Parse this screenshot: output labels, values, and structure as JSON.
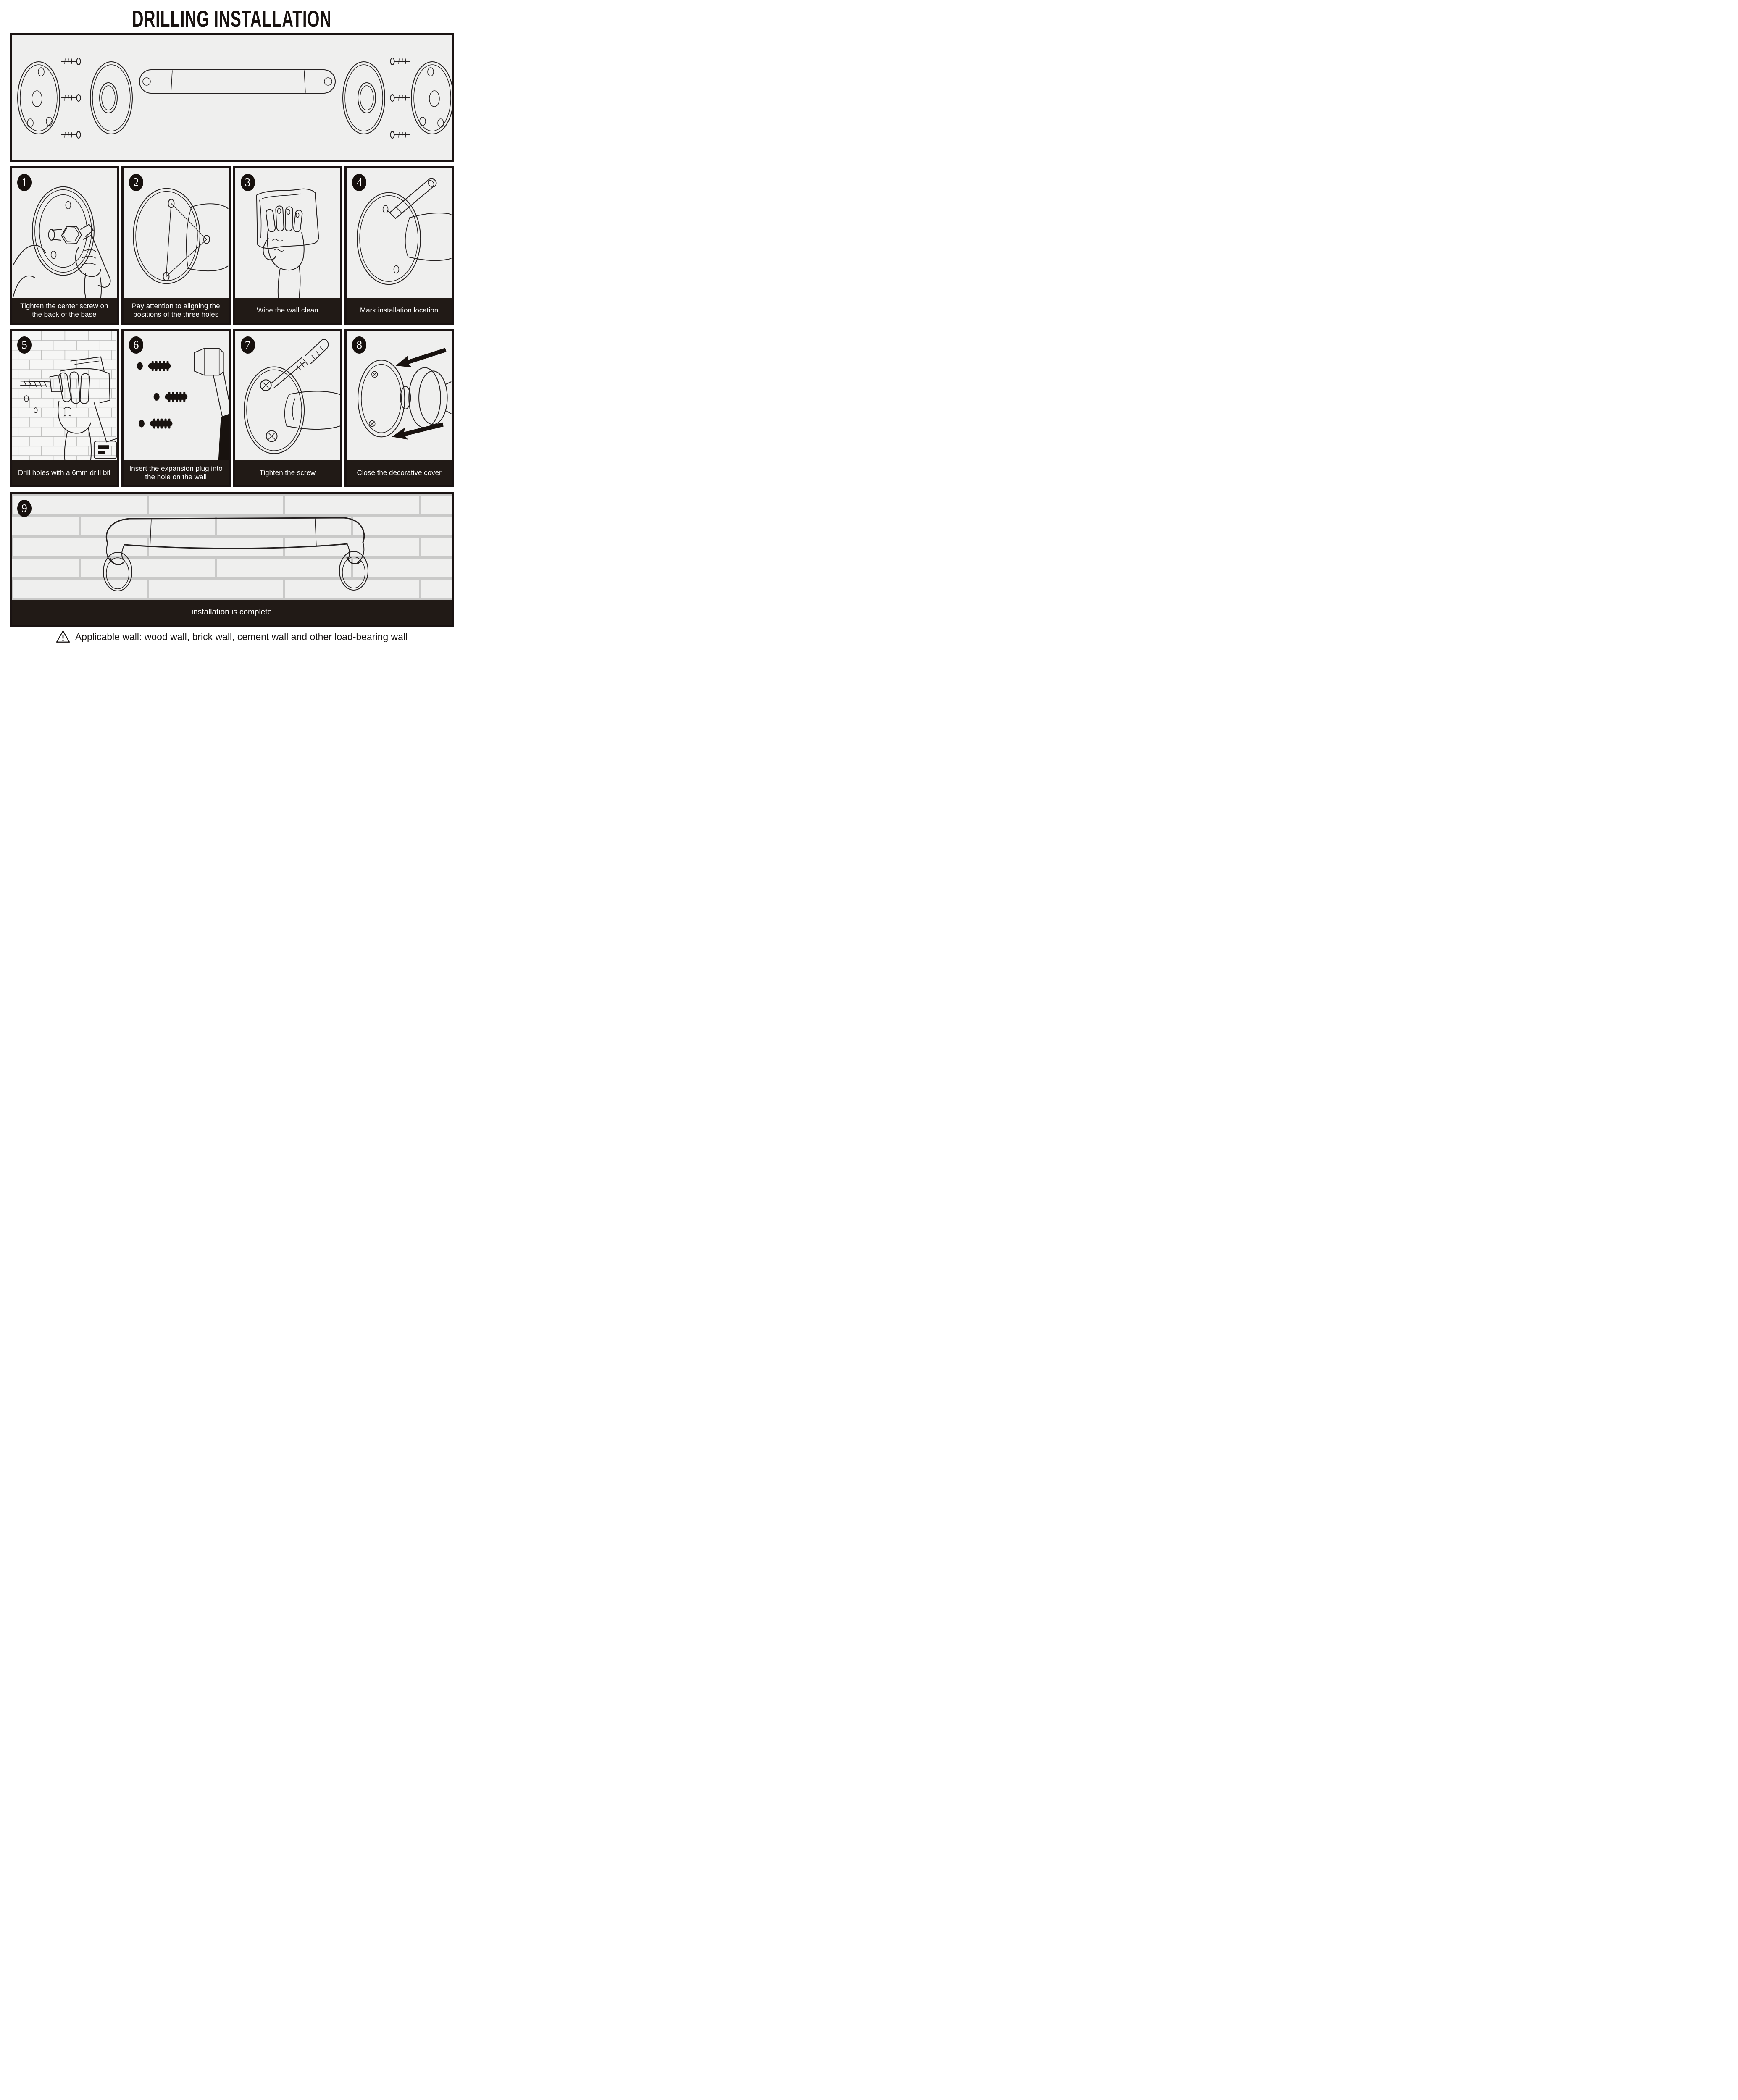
{
  "title": "DRILLING INSTALLATION",
  "steps": [
    {
      "number": "1",
      "caption": "Tighten the center screw on the back of the base"
    },
    {
      "number": "2",
      "caption": "Pay attention to aligning the positions of the three holes"
    },
    {
      "number": "3",
      "caption": "Wipe the wall clean"
    },
    {
      "number": "4",
      "caption": "Mark installation location"
    },
    {
      "number": "5",
      "caption": "Drill holes with a 6mm drill bit"
    },
    {
      "number": "6",
      "caption": "Insert the expansion plug into the hole on the wall"
    },
    {
      "number": "7",
      "caption": "Tighten the screw"
    },
    {
      "number": "8",
      "caption": "Close the decorative cover"
    },
    {
      "number": "9",
      "caption": "installation is complete"
    }
  ],
  "footer": {
    "warning": "Applicable wall: wood wall, brick wall, cement wall and other load-bearing wall"
  },
  "colors": {
    "ink": "#242020",
    "panel_bg": "#efefee",
    "caption_bg": "#211a16",
    "caption_text": "#ffffff",
    "mortar": "#c9c9c8",
    "brick": "#efefee"
  }
}
